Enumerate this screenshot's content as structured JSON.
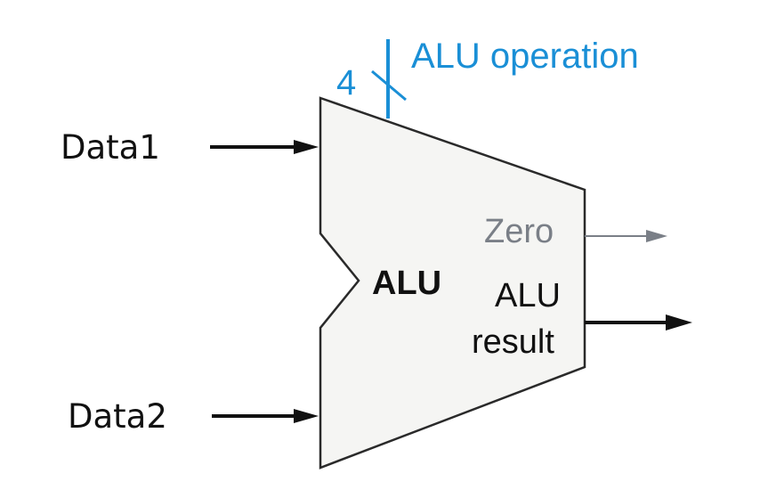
{
  "inputs": {
    "data1": "Data1",
    "data2": "Data2"
  },
  "control": {
    "label": "ALU operation",
    "bus_width": "4"
  },
  "alu": {
    "name": "ALU"
  },
  "outputs": {
    "zero": "Zero",
    "result_line1": "ALU",
    "result_line2": "result"
  },
  "colors": {
    "control": "#1a8fd6",
    "zero": "#7a7f87",
    "body_fill": "#f5f5f3",
    "stroke": "#2a2a2a"
  }
}
